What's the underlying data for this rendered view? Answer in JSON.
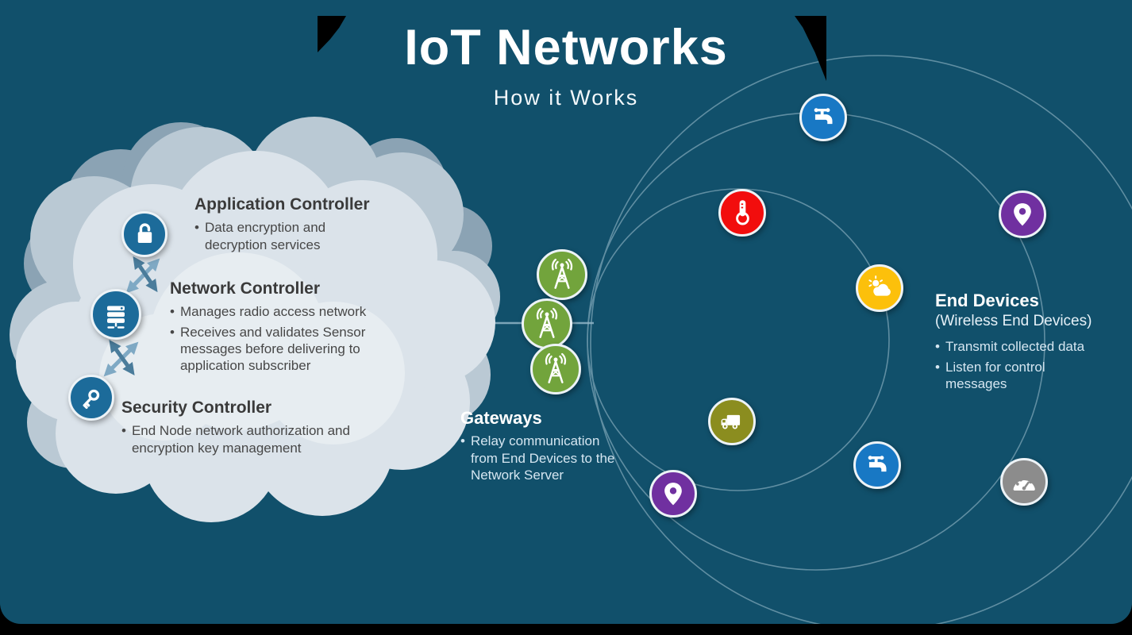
{
  "slide": {
    "title": "IoT Networks",
    "subtitle": "How it Works"
  },
  "cloud": {
    "sections": [
      {
        "heading": "Application Controller",
        "icon": "unlock-icon",
        "bullets": [
          "Data encryption and decryption services"
        ]
      },
      {
        "heading": "Network Controller",
        "icon": "server-icon",
        "bullets": [
          "Manages radio access network",
          "Receives and validates Sensor messages before delivering to application subscriber"
        ]
      },
      {
        "heading": "Security Controller",
        "icon": "key-icon",
        "bullets": [
          "End Node network authorization and encryption key management"
        ]
      }
    ]
  },
  "gateways": {
    "heading": "Gateways",
    "bullets": [
      "Relay communication from End Devices to the Network Server"
    ],
    "icon": "radio-tower-icon",
    "gateway_count": 3
  },
  "end_devices": {
    "heading": "End Devices",
    "subheading": "(Wireless End Devices)",
    "bullets": [
      "Transmit collected data",
      "Listen for control messages"
    ],
    "devices": [
      {
        "name": "water-meter-top",
        "icon": "faucet-icon",
        "color": "blue"
      },
      {
        "name": "temperature-sensor",
        "icon": "thermometer-icon",
        "color": "red"
      },
      {
        "name": "location-tracker-right",
        "icon": "map-pin-icon",
        "color": "purple"
      },
      {
        "name": "weather-sensor",
        "icon": "sun-cloud-icon",
        "color": "amber"
      },
      {
        "name": "fleet-truck",
        "icon": "truck-icon",
        "color": "olive"
      },
      {
        "name": "water-meter-bottom",
        "icon": "faucet-icon",
        "color": "blue"
      },
      {
        "name": "pressure-gauge",
        "icon": "gauge-icon",
        "color": "gray"
      },
      {
        "name": "location-tracker-left",
        "icon": "map-pin-icon",
        "color": "purple"
      }
    ]
  },
  "colors": {
    "background": "#11506b",
    "frame_black": "#000000",
    "blue": "#1878c4",
    "red": "#f20d0d",
    "purple": "#7030a0",
    "amber": "#fcc00b",
    "olive": "#8b8d1f",
    "gray": "#8c8c8c",
    "green": "#72a43c",
    "controller_blue": "#1c6b9a",
    "cloud_light": "#dbe3ea",
    "arrow_light": "#7fa9c4",
    "arrow_dark": "#4a7c9b"
  }
}
